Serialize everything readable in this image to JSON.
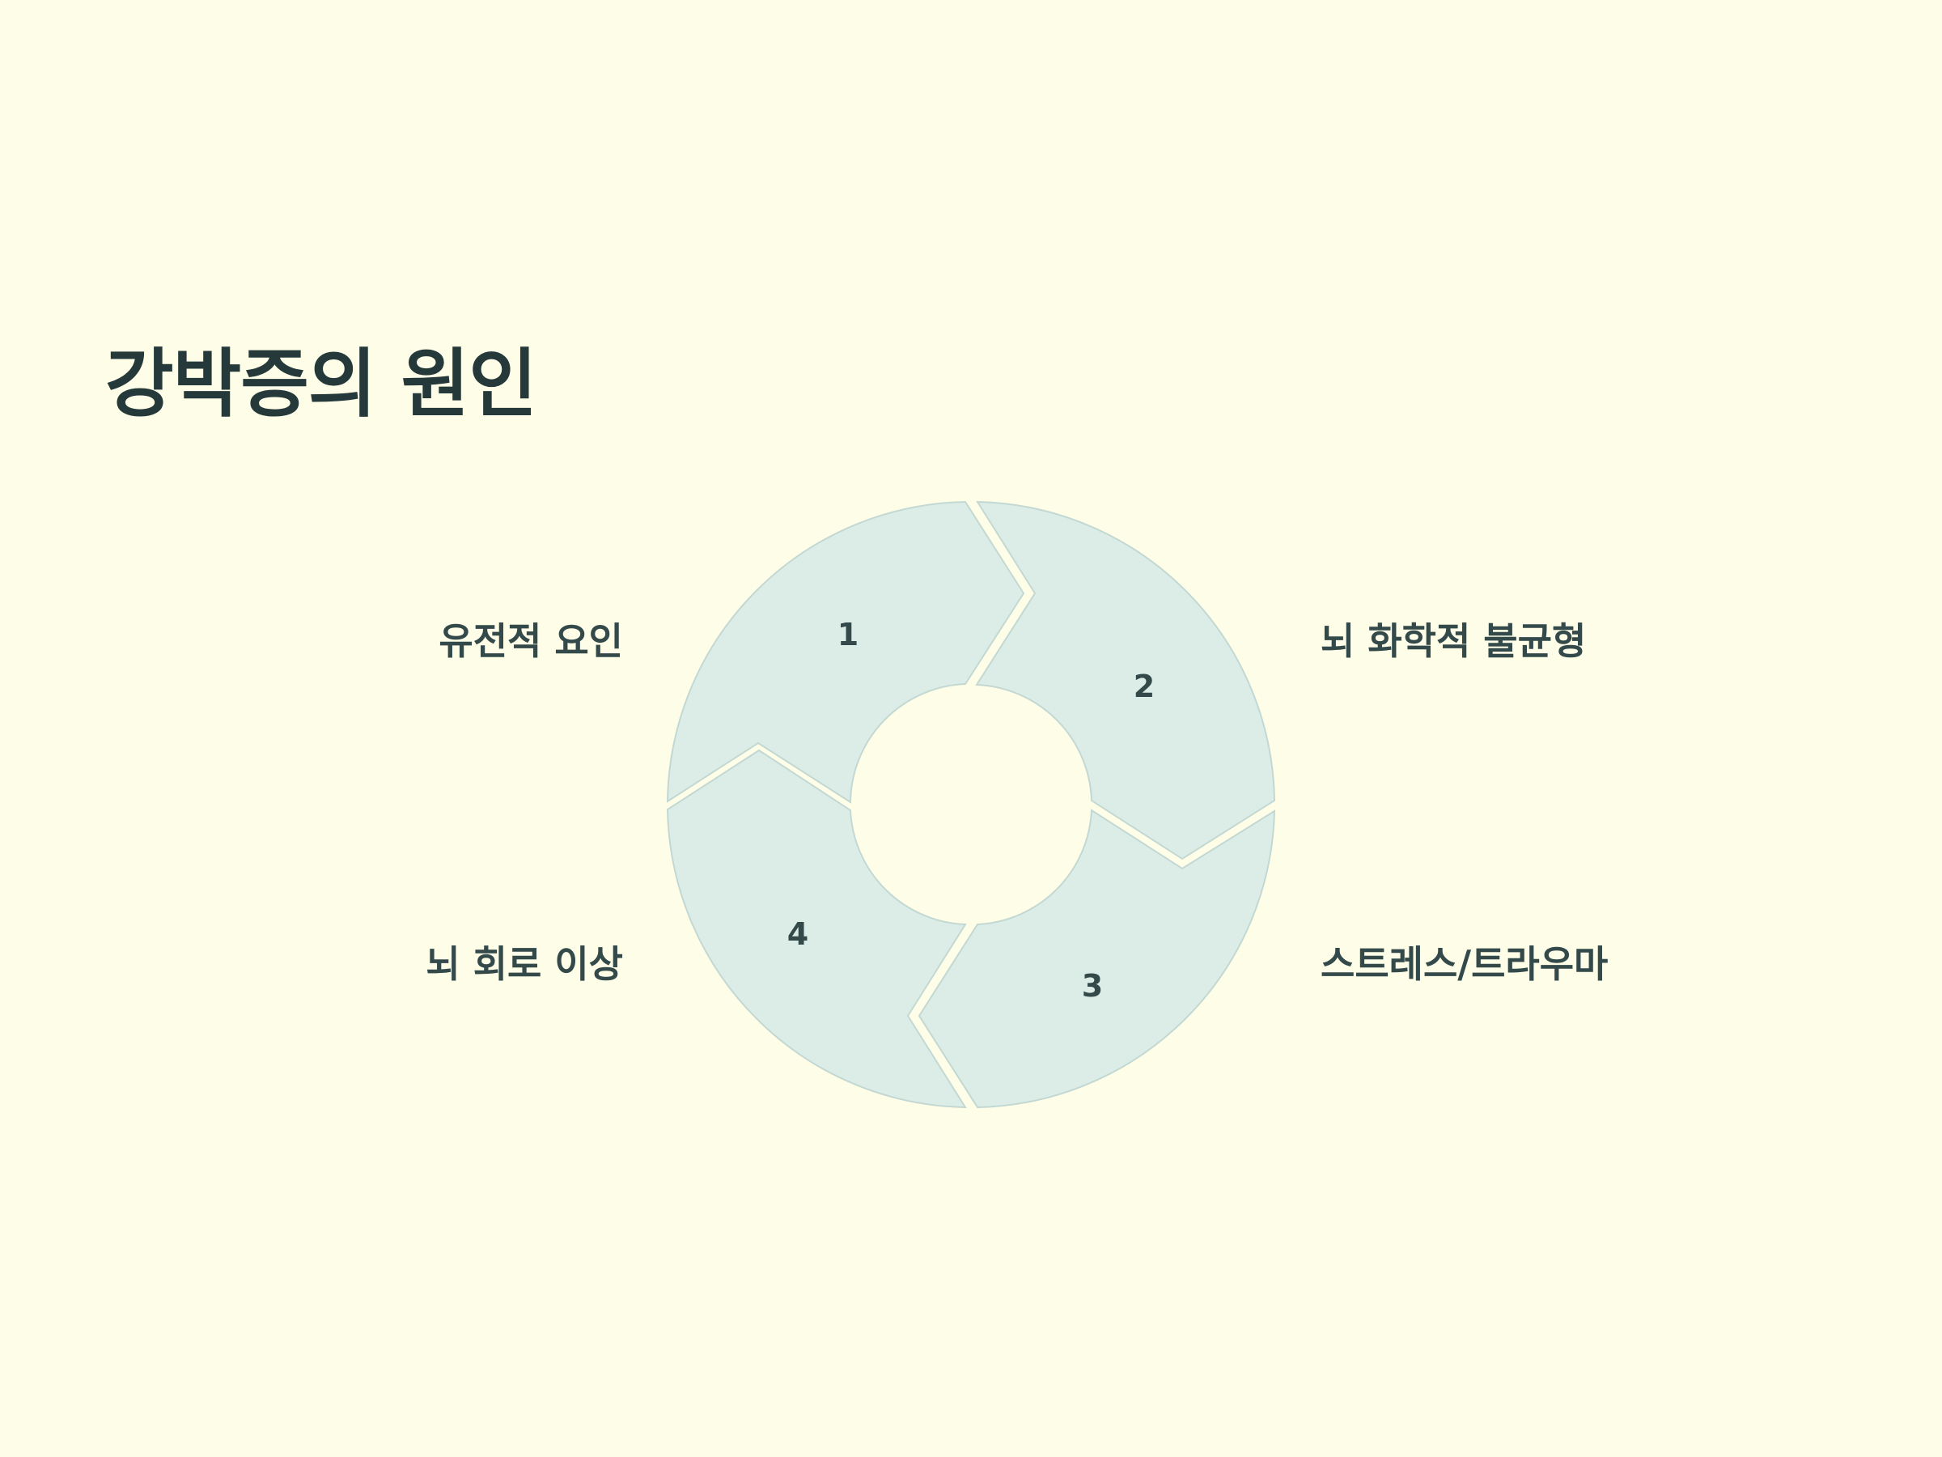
{
  "title": "강박증의 원인",
  "diagram": {
    "colors": {
      "segment_fill": "#dbede6",
      "segment_stroke": "#c4d8d3",
      "text": "#34494a",
      "background": "#fefee8"
    },
    "segments": [
      {
        "number": "1",
        "label": "유전적 요인"
      },
      {
        "number": "2",
        "label": "뇌 화학적 불균형"
      },
      {
        "number": "3",
        "label": "스트레스/트라우마"
      },
      {
        "number": "4",
        "label": "뇌 회로 이상"
      }
    ]
  }
}
